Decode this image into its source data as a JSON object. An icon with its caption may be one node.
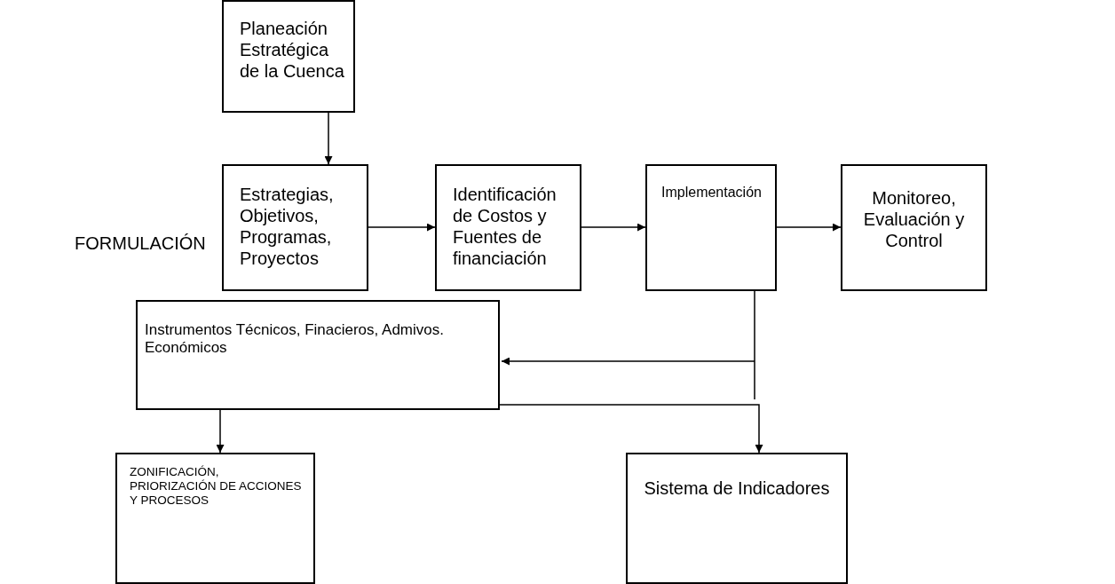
{
  "diagram": {
    "nodes": [
      {
        "text": [
          "Planeación Estratégica de la Cuenca"
        ]
      },
      {
        "text": [
          "Estrategias, Objetivos, Programas, Proyectos"
        ]
      },
      {
        "text": [
          "Identificación de Costos y Fuentes de financiación"
        ]
      },
      {
        "text": [
          "Implementación"
        ]
      },
      {
        "text": [
          "Monitoreo, Evaluación y Control"
        ]
      },
      {
        "text": [
          "Instrumentos Técnicos, Finacieros, Admivos. Económicos"
        ]
      },
      {
        "text": [
          "ZONIFICACIÓN, PRIORIZACIÓN DE ACCIONES Y PROCESOS"
        ]
      },
      {
        "text": [
          "Sistema de Indicadores"
        ]
      }
    ],
    "edges": [
      {
        "from": 0,
        "to": 1,
        "arrow": "to"
      },
      {
        "from": 1,
        "to": 2,
        "arrow": "to"
      },
      {
        "from": 2,
        "to": 3,
        "arrow": "to"
      },
      {
        "from": 3,
        "to": 4,
        "arrow": "to"
      },
      {
        "from": 3,
        "to": 5,
        "arrow": "to"
      },
      {
        "from": 5,
        "to": 6,
        "arrow": "to"
      },
      {
        "from": 5,
        "to": 7,
        "arrow": "to"
      }
    ],
    "labels": [
      "FORMULACIÓN"
    ]
  }
}
